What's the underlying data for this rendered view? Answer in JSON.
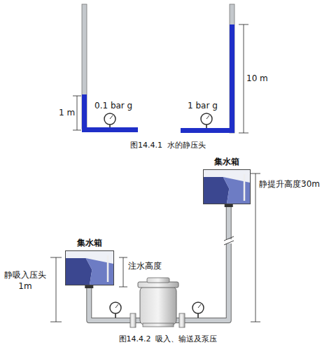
{
  "diagram": {
    "nodes": [
      {
        "text": [
          "集水箱"
        ]
      },
      {
        "text": [
          "集水箱"
        ]
      }
    ],
    "edges": [
      {
        "from": 0,
        "to": 1,
        "arrow": "none"
      }
    ],
    "labels": [
      "0.1 bar g",
      "1 bar g",
      "1 m",
      "10 m",
      "图14.4.1  水的静压头",
      "注水高度",
      "静吸入压头 1m",
      "静提升高度30m",
      "图14.4.2  吸入、输送及泵压"
    ]
  }
}
